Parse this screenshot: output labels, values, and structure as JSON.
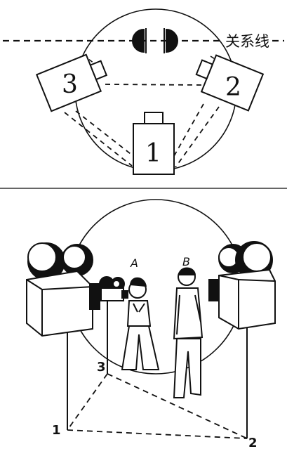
{
  "top_diagram": {
    "line_label": "关系线",
    "cameras": [
      {
        "label": "3"
      },
      {
        "label": "2"
      },
      {
        "label": "1"
      }
    ]
  },
  "bottom_illustration": {
    "person_labels": [
      "A",
      "B"
    ],
    "position_labels": [
      "3",
      "1",
      "2"
    ]
  }
}
